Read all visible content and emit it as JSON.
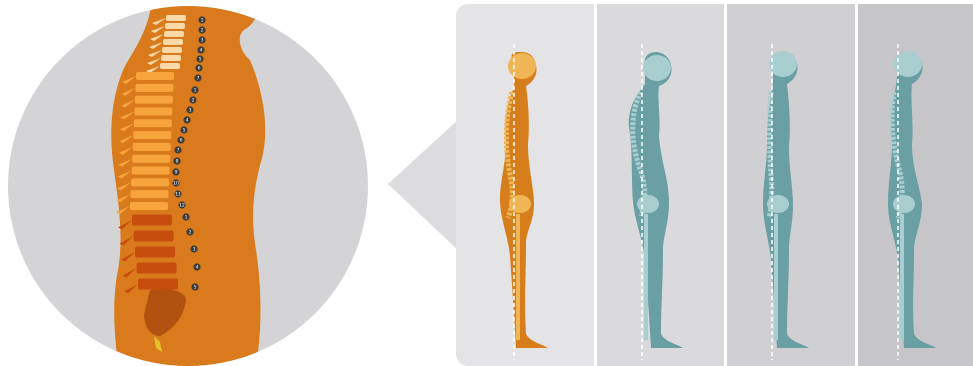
{
  "vertebra_labels": {
    "cervical": [
      "1",
      "2",
      "3",
      "4",
      "5",
      "6",
      "7"
    ],
    "thoracic": [
      "1",
      "2",
      "3",
      "4",
      "5",
      "6",
      "7",
      "8",
      "9",
      "10",
      "11",
      "12"
    ],
    "lumbar": [
      "1",
      "2",
      "3",
      "4",
      "5"
    ]
  },
  "postures": [
    {
      "id": "normal",
      "highlight": true
    },
    {
      "id": "kyphosis",
      "highlight": false
    },
    {
      "id": "flat-back",
      "highlight": false
    },
    {
      "id": "sway-back",
      "highlight": false
    }
  ],
  "colors": {
    "circle_bg": "#d4d4d6",
    "torso": "#d97a1c",
    "cervical": "#fcd9a6",
    "thoracic": "#f7a43d",
    "lumbar": "#c74d0f",
    "sacrum": "#b25211",
    "coccyx": "#e3c12a",
    "marker": "#3b3b3b",
    "marker_text": "#ffffff",
    "figure_orange": "#d67d1c",
    "figure_orange_light": "#f0b554",
    "figure_teal": "#6a9fa3",
    "figure_teal_light": "#a9ced0",
    "panel_bg": [
      "#e4e4e6",
      "#dadadc",
      "#d0d0d2",
      "#c6c6c8"
    ],
    "divider": "#ffffff",
    "plumb_line": "#ffffff"
  }
}
